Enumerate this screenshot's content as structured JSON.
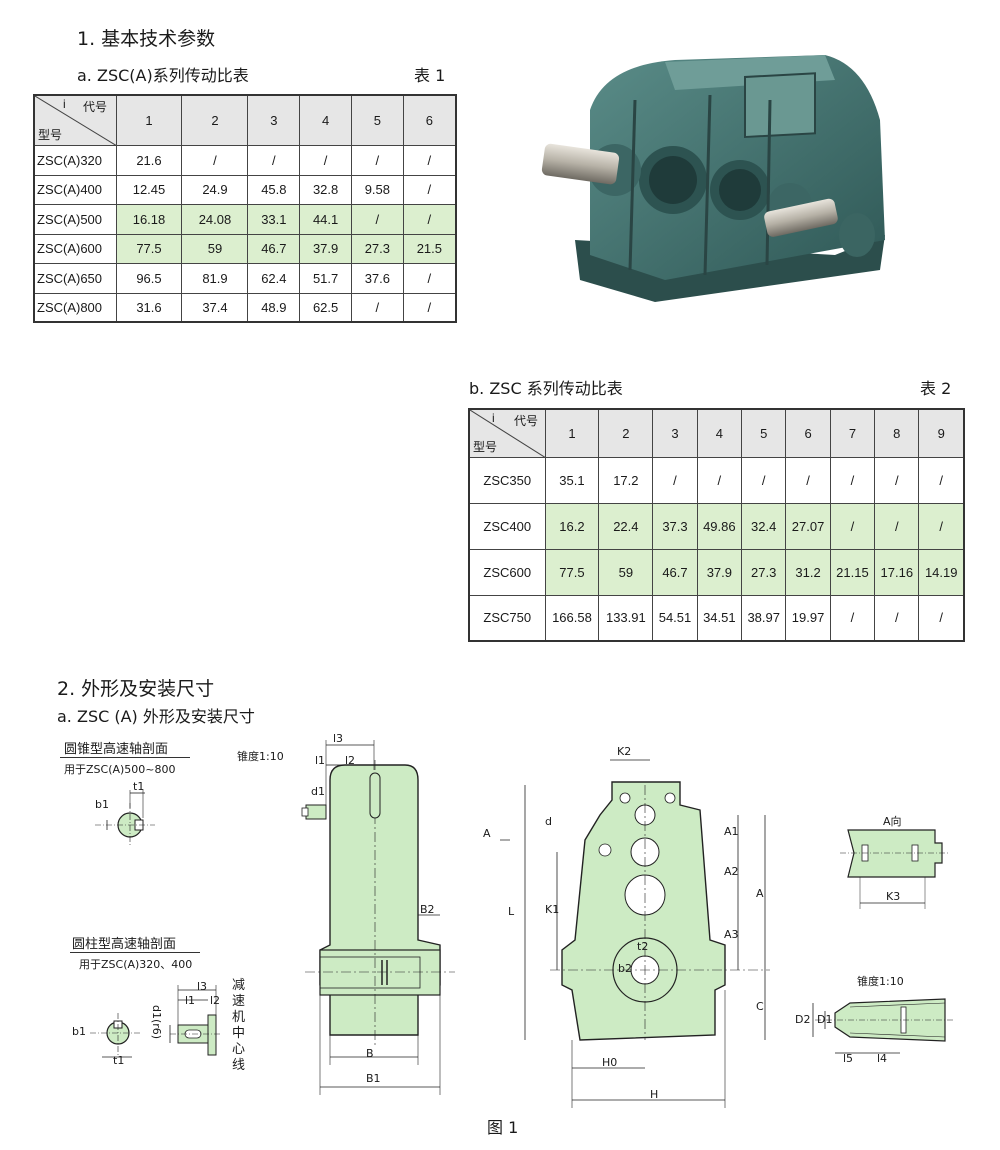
{
  "section1": {
    "title": "1. 基本技术参数"
  },
  "table1": {
    "caption": "a. ZSC(A)系列传动比表",
    "label": "表 1",
    "corner": {
      "top_i": "i",
      "top_code": "代号",
      "bottom": "型号"
    },
    "columns": [
      "1",
      "2",
      "3",
      "4",
      "5",
      "6"
    ],
    "rows": [
      {
        "model": "ZSC(A)320",
        "values": [
          "21.6",
          "/",
          "/",
          "/",
          "/",
          "/"
        ]
      },
      {
        "model": "ZSC(A)400",
        "values": [
          "12.45",
          "24.9",
          "45.8",
          "32.8",
          "9.58",
          "/"
        ]
      },
      {
        "model": "ZSC(A)500",
        "values": [
          "16.18",
          "24.08",
          "33.1",
          "44.1",
          "/",
          "/"
        ]
      },
      {
        "model": "ZSC(A)600",
        "values": [
          "77.5",
          "59",
          "46.7",
          "37.9",
          "27.3",
          "21.5"
        ]
      },
      {
        "model": "ZSC(A)650",
        "values": [
          "96.5",
          "81.9",
          "62.4",
          "51.7",
          "37.6",
          "/"
        ]
      },
      {
        "model": "ZSC(A)800",
        "values": [
          "31.6",
          "37.4",
          "48.9",
          "62.5",
          "/",
          "/"
        ]
      }
    ]
  },
  "table2": {
    "caption": "b. ZSC 系列传动比表",
    "label": "表 2",
    "corner": {
      "top_i": "i",
      "top_code": "代号",
      "bottom": "型号"
    },
    "columns": [
      "1",
      "2",
      "3",
      "4",
      "5",
      "6",
      "7",
      "8",
      "9"
    ],
    "rows": [
      {
        "model": "ZSC350",
        "values": [
          "35.1",
          "17.2",
          "/",
          "/",
          "/",
          "/",
          "/",
          "/",
          "/"
        ]
      },
      {
        "model": "ZSC400",
        "values": [
          "16.2",
          "22.4",
          "37.3",
          "49.86",
          "32.4",
          "27.07",
          "/",
          "/",
          "/"
        ]
      },
      {
        "model": "ZSC600",
        "values": [
          "77.5",
          "59",
          "46.7",
          "37.9",
          "27.3",
          "31.2",
          "21.15",
          "17.16",
          "14.19"
        ]
      },
      {
        "model": "ZSC750",
        "values": [
          "166.58",
          "133.91",
          "54.51",
          "34.51",
          "38.97",
          "19.97",
          "/",
          "/",
          "/"
        ]
      }
    ]
  },
  "section2": {
    "title": "2. 外形及安装尺寸",
    "subtitle": "a. ZSC (A) 外形及安装尺寸"
  },
  "detail1": {
    "title": "圆锥型高速轴剖面",
    "applies": "用于ZSC(A)500~800",
    "b": "b1",
    "t": "t1"
  },
  "detail2": {
    "title": "圆柱型高速轴剖面",
    "applies": "用于ZSC(A)320、400",
    "b": "b1",
    "t": "t1",
    "d": "d1(r6)",
    "l1": "l1",
    "l2": "l2",
    "l3": "l3",
    "centerline": "减速机中心线"
  },
  "side_view": {
    "taper": "锥度1:10",
    "l3": "l3",
    "l1": "l1",
    "l2": "l2",
    "d1": "d1",
    "b2": "B2",
    "b": "B",
    "b1": "B1"
  },
  "front_view": {
    "k2": "K2",
    "d": "d",
    "a_arrow": "A",
    "l": "L",
    "k1": "K1",
    "a1": "A1",
    "a2": "A2",
    "a3": "A3",
    "a": "A",
    "c": "C",
    "t2": "t2",
    "b2": "b2",
    "h0": "H0",
    "h": "H"
  },
  "a_view": {
    "title": "A向",
    "k3": "K3"
  },
  "shaft_view": {
    "taper": "锥度1:10",
    "d2": "D2",
    "d1": "D1",
    "l5": "l5",
    "l4": "l4"
  },
  "figure_caption": "图 1",
  "colors": {
    "housing_green": "#cdebc4",
    "table_green": "#dcefcf",
    "header_gray": "#e6e6e6",
    "photo_teal": "#3e6f6d"
  }
}
